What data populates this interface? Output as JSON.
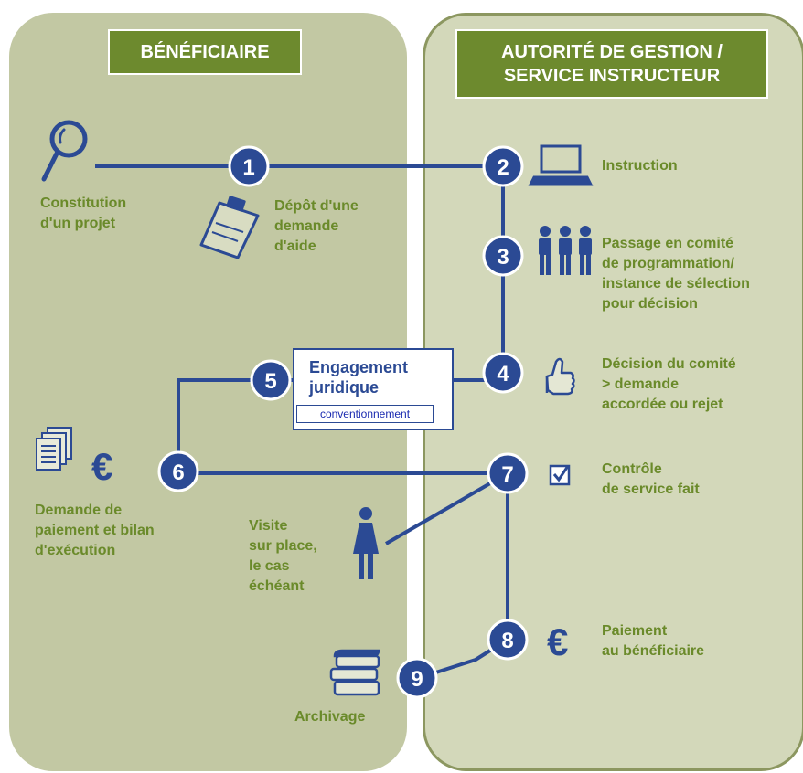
{
  "headers": {
    "left": "BÉNÉFICIAIRE",
    "right": "AUTORITÉ DE GESTION /\nSERVICE INSTRUCTEUR"
  },
  "steps": [
    {
      "number": "1"
    },
    {
      "number": "2"
    },
    {
      "number": "3"
    },
    {
      "number": "4"
    },
    {
      "number": "5"
    },
    {
      "number": "6"
    },
    {
      "number": "7"
    },
    {
      "number": "8"
    },
    {
      "number": "9"
    }
  ],
  "labels": {
    "constitution": "Constitution\nd'un projet",
    "depot": "Dépôt d'une\ndemande\nd'aide",
    "instruction": "Instruction",
    "comite": "Passage en comité\nde programmation/\ninstance de sélection\npour décision",
    "decision": "Décision du comité\n> demande\naccordée ou rejet",
    "engagement_title": "Engagement\njuridique",
    "engagement_sub": "conventionnement",
    "demande_paiement": "Demande de\npaiement et bilan\nd'exécution",
    "controle": "Contrôle\nde service fait",
    "visite": "Visite\nsur place,\nle cas\néchéant",
    "paiement": "Paiement\nau bénéficiaire",
    "archivage": "Archivage",
    "euro": "€"
  },
  "colors": {
    "left_panel": "#c2c8a3",
    "right_panel": "#d3d8ba",
    "header": "#6d8a2e",
    "flow_blue": "#2b4a94",
    "label_green": "#6a8a2a"
  },
  "icons": [
    "magnifier-icon",
    "clipboard-icon",
    "laptop-icon",
    "people-icon",
    "thumbs-up-icon",
    "documents-icon",
    "euro-icon",
    "checkbox-icon",
    "woman-icon",
    "books-icon"
  ]
}
